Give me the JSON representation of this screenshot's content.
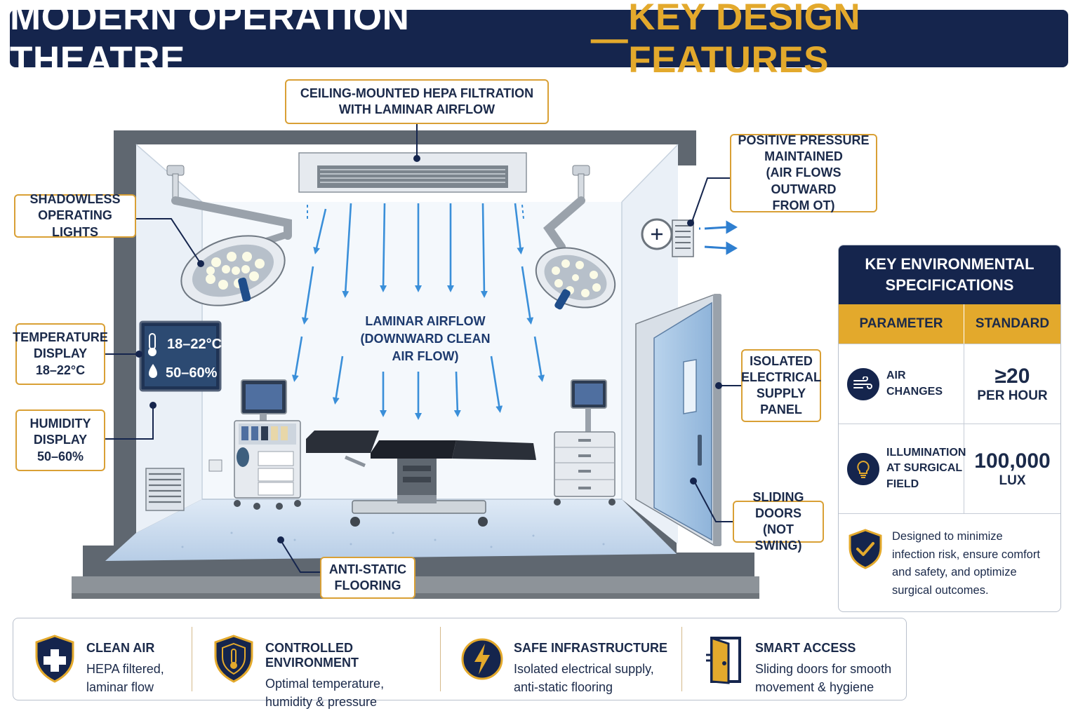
{
  "title": {
    "main": "MODERN OPERATION THEATRE",
    "dash": " — ",
    "accent": "KEY DESIGN FEATURES"
  },
  "callouts": {
    "hepa": [
      "CEILING-MOUNTED HEPA FILTRATION",
      "WITH LAMINAR AIRFLOW"
    ],
    "lights": [
      "SHADOWLESS",
      "OPERATING LIGHTS"
    ],
    "temperature": [
      "TEMPERATURE",
      "DISPLAY",
      "18–22°C"
    ],
    "humidity": [
      "HUMIDITY",
      "DISPLAY",
      "50–60%"
    ],
    "pressure": [
      "POSITIVE PRESSURE",
      "MAINTAINED",
      "(AIR FLOWS OUTWARD",
      "FROM OT)"
    ],
    "electrical": [
      "ISOLATED",
      "ELECTRICAL",
      "SUPPLY",
      "PANEL"
    ],
    "doors": [
      "SLIDING DOORS",
      "(NOT SWING)"
    ],
    "flooring": [
      "ANTI-STATIC",
      "FLOORING"
    ]
  },
  "airflow_label": [
    "LAMINAR AIRFLOW",
    "(DOWNWARD CLEAN",
    "AIR FLOW)"
  ],
  "monitor": {
    "temperature": "18–22°C",
    "humidity": "50–60%"
  },
  "specs": {
    "title": [
      "KEY ENVIRONMENTAL",
      "SPECIFICATIONS"
    ],
    "columns": {
      "parameter": "PARAMETER",
      "standard": "STANDARD"
    },
    "rows": [
      {
        "icon": "airflow-icon",
        "parameter": [
          "AIR CHANGES"
        ],
        "value": "≥20",
        "unit": "PER HOUR"
      },
      {
        "icon": "lightbulb-icon",
        "parameter": [
          "ILLUMINATION",
          "AT SURGICAL",
          "FIELD"
        ],
        "value": "100,000",
        "unit": "LUX"
      }
    ],
    "note": [
      "Designed to minimize",
      "infection risk, ensure comfort",
      "and safety, and optimize",
      "surgical outcomes."
    ]
  },
  "features": [
    {
      "icon": "shield-cross-icon",
      "title": "CLEAN AIR",
      "desc": [
        "HEPA filtered,",
        "laminar flow"
      ]
    },
    {
      "icon": "shield-thermometer-icon",
      "title": "CONTROLLED ENVIRONMENT",
      "desc": [
        "Optimal temperature,",
        "humidity & pressure"
      ]
    },
    {
      "icon": "lightning-icon",
      "title": "SAFE INFRASTRUCTURE",
      "desc": [
        "Isolated electrical supply,",
        "anti-static flooring"
      ]
    },
    {
      "icon": "door-icon",
      "title": "SMART ACCESS",
      "desc": [
        "Sliding doors for smooth",
        "movement & hygiene"
      ]
    }
  ],
  "colors": {
    "navy": "#15254d",
    "gold": "#e3a92c",
    "airflow": "#3a8fd9",
    "door": "#9cbfe0"
  }
}
